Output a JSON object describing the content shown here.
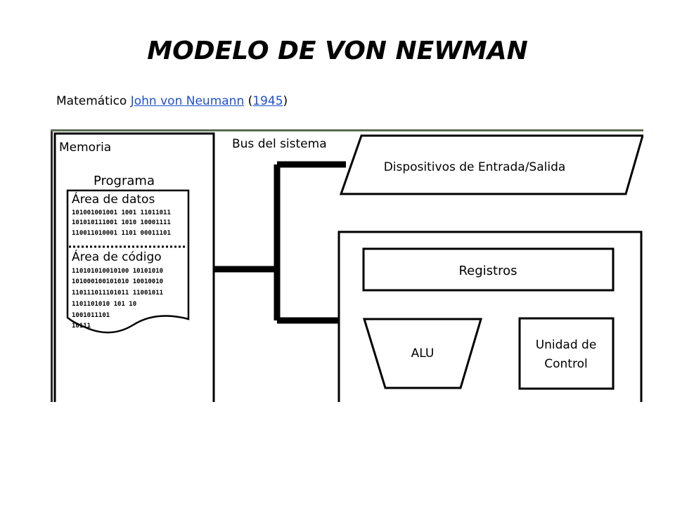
{
  "title": "MODELO DE VON NEWMAN",
  "subtitle": {
    "prefix": "Matemático ",
    "link_name": "John von Neumann",
    "open_paren": " (",
    "link_year": "1945",
    "close_paren": ")"
  },
  "diagram": {
    "memory_label": "Memoria",
    "program_label": "Programa",
    "data_area_label": "Área de datos",
    "data_bits": [
      "101001001001 1001 11011011",
      "101010111001 1010 10001111",
      "110011010001 1101 00011101"
    ],
    "code_area_label": "Área de código",
    "code_bits": [
      "110101010010100 10101010",
      "101000100101010 10010010",
      "110111011101011 11001011",
      "1101101010 101       10",
      "1001011101",
      "     10111"
    ],
    "bus_label": "Bus del sistema",
    "io_label": "Dispositivos de Entrada/Salida",
    "registers_label": "Registros",
    "alu_label": "ALU",
    "control_unit_line1": "Unidad de",
    "control_unit_line2": "Control"
  }
}
